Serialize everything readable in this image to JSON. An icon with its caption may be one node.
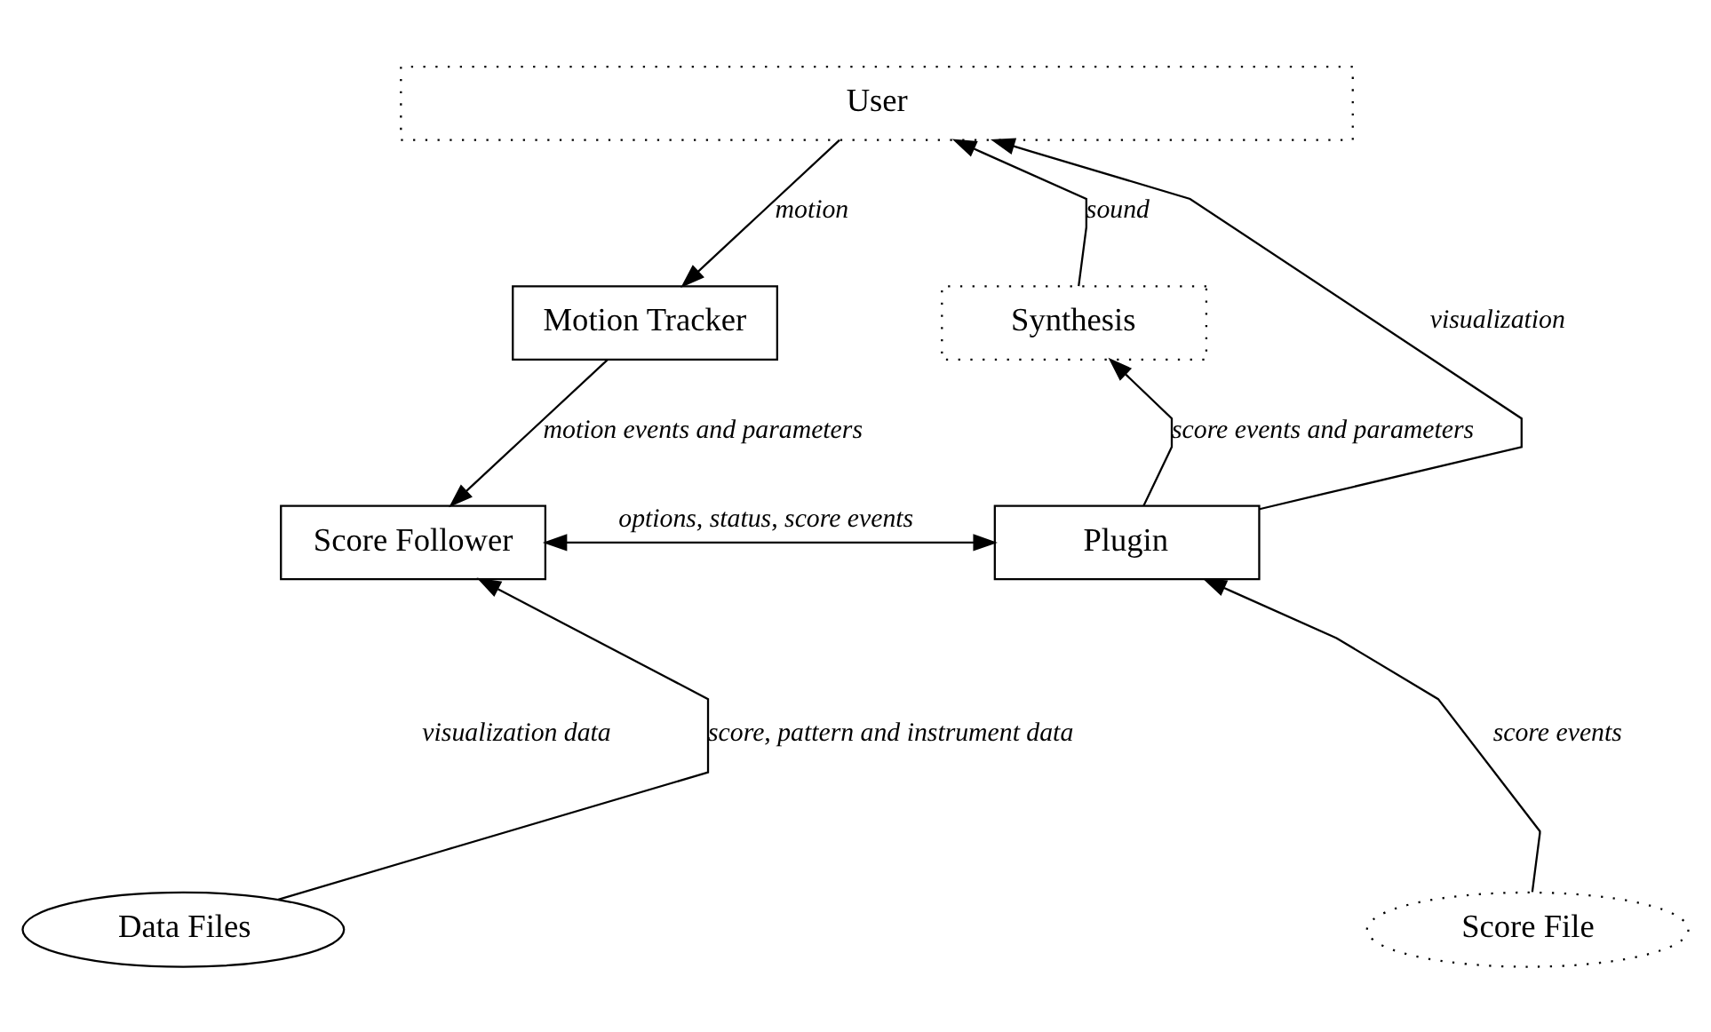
{
  "diagram": {
    "nodes": [
      {
        "text": [
          "User"
        ]
      },
      {
        "text": [
          "Motion Tracker"
        ]
      },
      {
        "text": [
          "Synthesis"
        ]
      },
      {
        "text": [
          "Score Follower"
        ]
      },
      {
        "text": [
          "Plugin"
        ]
      },
      {
        "text": [
          "Data Files"
        ]
      },
      {
        "text": [
          "Score File"
        ]
      }
    ],
    "edges": [
      {
        "from": 0,
        "to": 1,
        "arrow": "to",
        "label": "motion"
      },
      {
        "from": 4,
        "to": 0,
        "arrow": "to",
        "label": "visualization"
      },
      {
        "from": 2,
        "to": 0,
        "arrow": "to",
        "label": "sound"
      },
      {
        "from": 1,
        "to": 3,
        "arrow": "to",
        "label": "motion events and parameters"
      },
      {
        "from": 4,
        "to": 2,
        "arrow": "to",
        "label": "score events and parameters"
      },
      {
        "from": 3,
        "to": 4,
        "arrow": "both",
        "label": "options, status, score events"
      },
      {
        "from": 5,
        "to": 3,
        "arrow": "to",
        "label": "score, pattern and instrument data"
      },
      {
        "from": 6,
        "to": 4,
        "arrow": "to",
        "label": "score events"
      }
    ],
    "labels": [
      "visualization data"
    ]
  }
}
